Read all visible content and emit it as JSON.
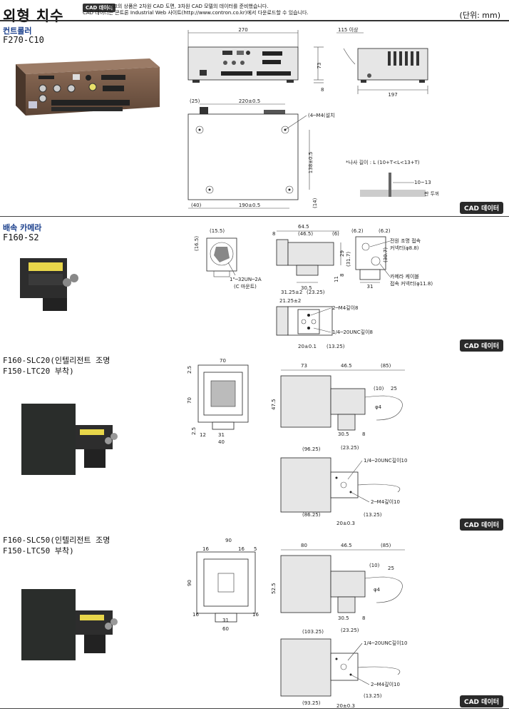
{
  "header": {
    "title": "외형 치수",
    "cad_tag": "CAD 데이터",
    "note_line1": "마크의 상품은 2차원 CAD 도면, 3차원 CAD 모델의 데이터를 준비했습니다.",
    "note_line2": "CAD 데이터는 콘트론 Industrial Web 사이트(http://www.contron.co.kr)에서 다운로드할 수 있습니다.",
    "unit": "(단위: mm)"
  },
  "sections": {
    "controller": {
      "category": "컨트롤러",
      "model": "F270-C10",
      "cad_button": "CAD 데이터",
      "dims": {
        "w270": "270",
        "d73": "73",
        "d8": "8",
        "d115": "115 이상",
        "d197": "197",
        "d25": "(25)",
        "d220": "220±0.5",
        "d138": "138±0.5",
        "d40": "(40)",
        "d190": "190±0.5",
        "d14": "(14)",
        "m4": "(4─M4(설치 나사) *",
        "screw": "*나사 길이 : L (10+T<L<13+T)",
        "d1013": "10~13",
        "plate": "판 두께:T"
      }
    },
    "camera": {
      "category": "배속 카메라",
      "model": "F160-S2",
      "cad_button": "CAD 데이터",
      "dims": {
        "d155": "(15.5)",
        "d165": "(16.5)",
        "unc32": "1\"─32UN─2A",
        "cmount": "(C 마운트)",
        "d8": "8",
        "d645": "64.5",
        "d465": "(46.5)",
        "d6": "(6)",
        "d29": "29",
        "d8b": "8",
        "d11": "11",
        "d305": "30.5",
        "d62a": "(6.2)",
        "d62b": "(6.2)",
        "d317": "(31.7)",
        "d307": "(30.7)",
        "d31": "31",
        "conn1": "전원 조명 접속",
        "conn1b": "커넥터(φ8.8)",
        "conn2": "카메라 케이블",
        "conn2b": "접속 커넥터(φ11.8)",
        "d3125": "31.25±2",
        "d2325": "(23.25)",
        "d2125": "21.25±2",
        "m4": "2─M4깊이8",
        "unc20": "1/4─20UNC깊이8",
        "d20": "20±0.1",
        "d1325": "(13.25)"
      }
    },
    "slc20": {
      "name_line1": "F160-SLC20(인텔리전트 조명",
      "name_line2": "F150-LTC20 부착)",
      "cad_button": "CAD 데이터",
      "dims": {
        "d70": "70",
        "d25": "2.5",
        "d12a": "12",
        "d12b": "12",
        "d70v": "70",
        "d25b": "2.5",
        "d12c": "12",
        "d31": "31",
        "d40": "40",
        "d73": "73",
        "d465": "46.5",
        "d85": "(85)",
        "d10": "(10)",
        "d25c": "25",
        "d475": "47.5",
        "d305": "30.5",
        "d8": "8",
        "phi4": "φ4",
        "d9625": "(96.25)",
        "d2325": "(23.25)",
        "unc": "1/4─20UNC깊이10",
        "m4": "2─M4깊이10",
        "d8625": "(86.25)",
        "d1325": "(13.25)",
        "d20": "20±0.3"
      }
    },
    "slc50": {
      "name_line1": "F160-SLC50(인텔리전트 조명",
      "name_line2": "F150-LTC50 부착)",
      "cad_button": "CAD 데이터",
      "dims": {
        "d90": "90",
        "d16a": "16",
        "d16b": "16",
        "d5": "5",
        "d90v": "90",
        "d16c": "16",
        "d16d": "16",
        "d31": "31",
        "d60": "60",
        "d80": "80",
        "d465": "46.5",
        "d85": "(85)",
        "d10": "(10)",
        "d25": "25",
        "d525": "52.5",
        "d305": "30.5",
        "d8": "8",
        "phi4": "φ4",
        "d10325": "(103.25)",
        "d2325": "(23.25)",
        "unc": "1/4─20UNC깊이10",
        "m4": "2─M4깊이10",
        "d9325": "(93.25)",
        "d1325": "(13.25)",
        "d20": "20±0.3"
      }
    }
  }
}
